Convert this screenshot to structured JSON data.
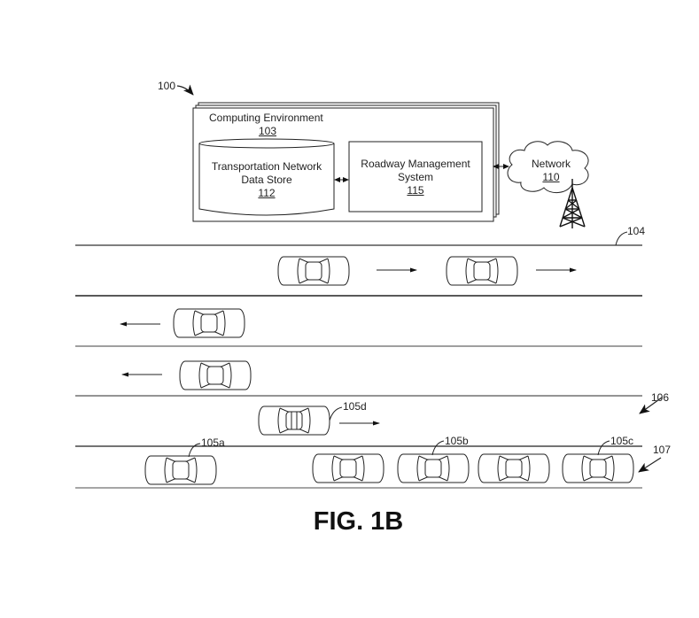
{
  "figure": {
    "caption": "FIG. 1B",
    "ref_system": "100",
    "computing_environment": {
      "title": "Computing Environment",
      "ref": "103"
    },
    "data_store": {
      "line1": "Transportation Network",
      "line2": "Data Store",
      "ref": "112"
    },
    "roadway_management": {
      "line1": "Roadway Management",
      "line2": "System",
      "ref": "115"
    },
    "network": {
      "title": "Network",
      "ref": "110"
    },
    "roadway_ref": "104",
    "lane_ref_106": "106",
    "lane_ref_107": "107",
    "vehicles": {
      "v105a": "105a",
      "v105b": "105b",
      "v105c": "105c",
      "v105d": "105d"
    },
    "lanes": [
      {
        "direction": "right",
        "vehicle_count": 2
      },
      {
        "direction": "left",
        "vehicle_count": 1
      },
      {
        "direction": "left",
        "vehicle_count": 1
      },
      {
        "direction": "right",
        "vehicle_count": 1
      },
      {
        "direction": "stopped",
        "vehicle_count": 5
      }
    ]
  }
}
